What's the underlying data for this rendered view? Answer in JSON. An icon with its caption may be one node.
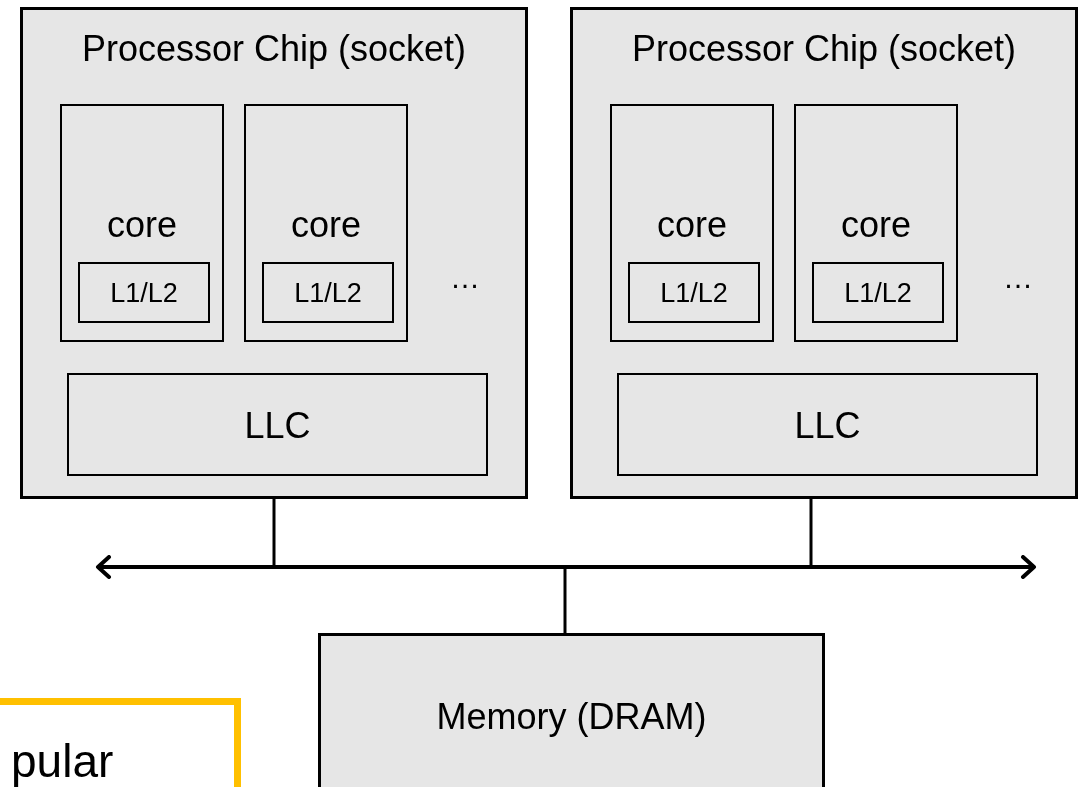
{
  "diagram": {
    "nodes": [
      {
        "text": [
          "Processor Chip (socket)"
        ]
      },
      {
        "text": [
          "core"
        ],
        "in": 0
      },
      {
        "text": [
          "L1/L2"
        ],
        "in": 1
      },
      {
        "text": [
          "core"
        ],
        "in": 0
      },
      {
        "text": [
          "L1/L2"
        ],
        "in": 3
      },
      {
        "text": [
          "LLC"
        ],
        "in": 0
      },
      {
        "text": [
          "Processor Chip (socket)"
        ]
      },
      {
        "text": [
          "core"
        ],
        "in": 6
      },
      {
        "text": [
          "L1/L2"
        ],
        "in": 7
      },
      {
        "text": [
          "core"
        ],
        "in": 6
      },
      {
        "text": [
          "L1/L2"
        ],
        "in": 9
      },
      {
        "text": [
          "LLC"
        ],
        "in": 6
      },
      {
        "text": [],
        "shape": "bar"
      },
      {
        "text": [
          "Memory (DRAM)"
        ]
      },
      {
        "text": [
          "pular"
        ]
      }
    ],
    "edges": [
      {
        "from": 0,
        "to": 12,
        "arrow": "none"
      },
      {
        "from": 6,
        "to": 12,
        "arrow": "none"
      },
      {
        "from": 12,
        "to": 13,
        "arrow": "none"
      }
    ],
    "labels": [
      "…",
      "…"
    ]
  }
}
